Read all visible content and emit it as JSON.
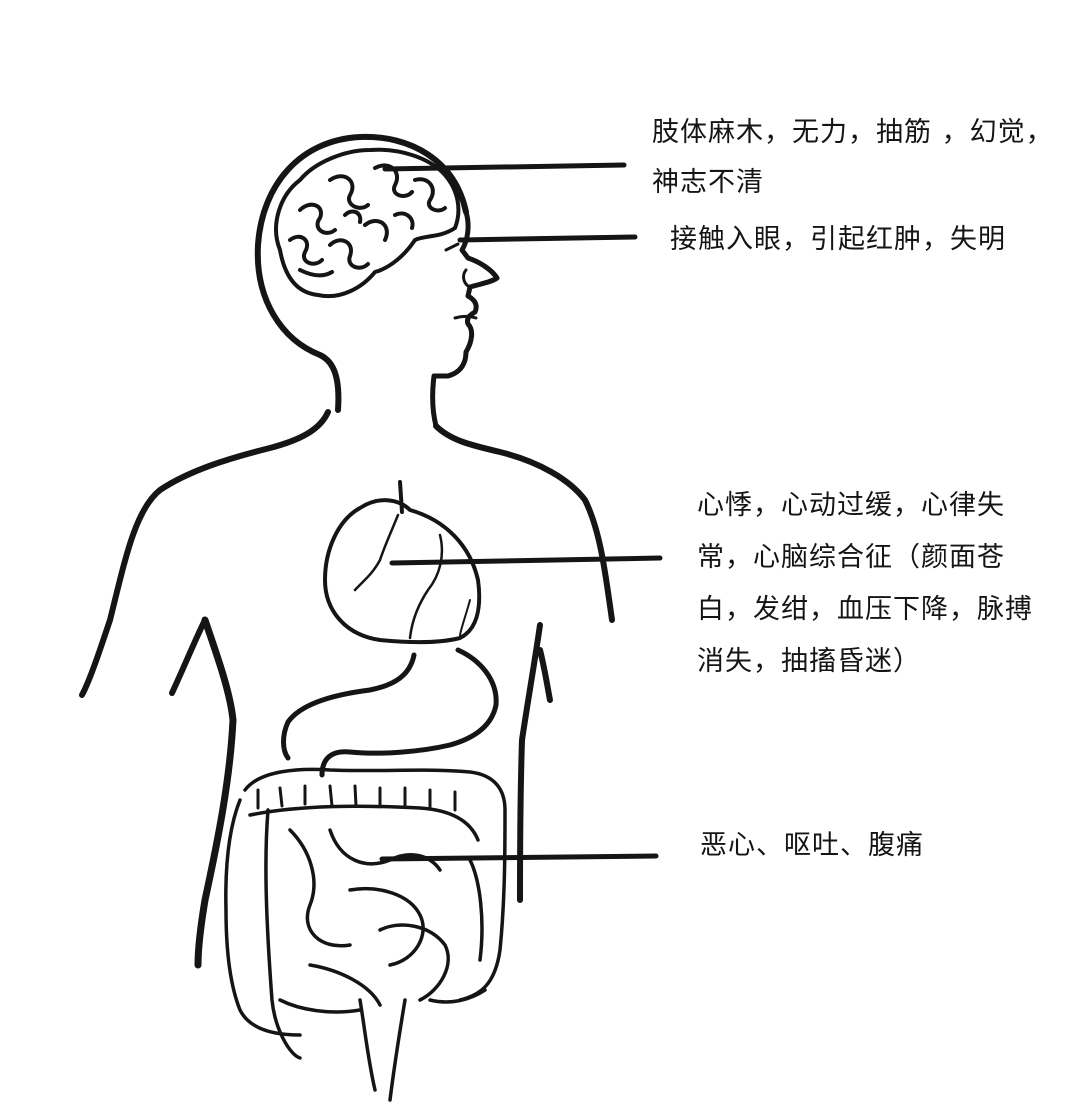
{
  "figure": {
    "type": "anatomical-symptom-diagram",
    "colors": {
      "ink": "#151515",
      "background": "#ffffff"
    }
  },
  "annotations": [
    {
      "organ": "brain",
      "text": "肢体麻木，无力，抽筋 ，幻觉，\n神志不清"
    },
    {
      "organ": "eye",
      "text": "接触入眼，引起红肿，失明"
    },
    {
      "organ": "heart",
      "text": "心悸，心动过缓，心律失\n常，心脑综合征（颜面苍\n白，发绀，血压下降，脉搏\n消失，抽搐昏迷）"
    },
    {
      "organ": "intestine",
      "text": "恶心、呕吐、腹痛"
    }
  ]
}
